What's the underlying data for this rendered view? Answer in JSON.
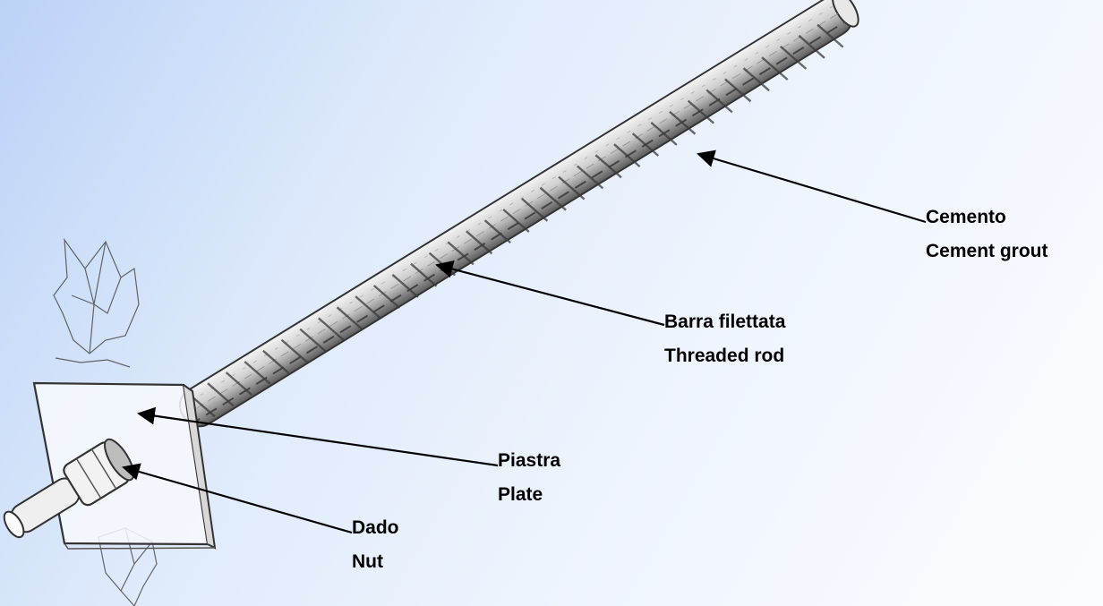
{
  "labels": {
    "cement": {
      "it": "Cemento",
      "en": "Cement grout"
    },
    "rod": {
      "it": "Barra filettata",
      "en": "Threaded rod"
    },
    "plate": {
      "it": "Piastra",
      "en": "Plate"
    },
    "nut": {
      "it": "Dado",
      "en": "Nut"
    }
  },
  "colors": {
    "ink": "#000000",
    "rod_dark": "#3a3a3a",
    "rod_mid": "#8a8a8a",
    "plate_edge": "#6b6b6b"
  }
}
